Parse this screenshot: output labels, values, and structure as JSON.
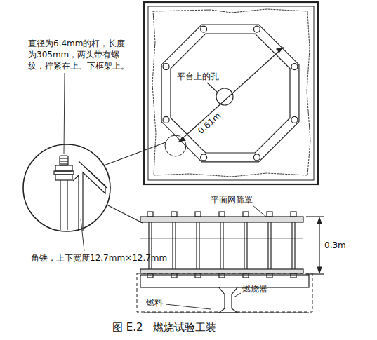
{
  "diagram": {
    "caption": "图 E.2   燃烧试验工装",
    "labels": [
      "直径为6.4mm的杆，长度为305mm，两头带有螺纹，拧紧在上、下框架上。",
      "平台上的孔",
      "0.61m",
      "平面网筛罩",
      "0.3m",
      "角铁，上下宽度12.7mm×12.7mm",
      "燃烧器",
      "燃料"
    ]
  }
}
